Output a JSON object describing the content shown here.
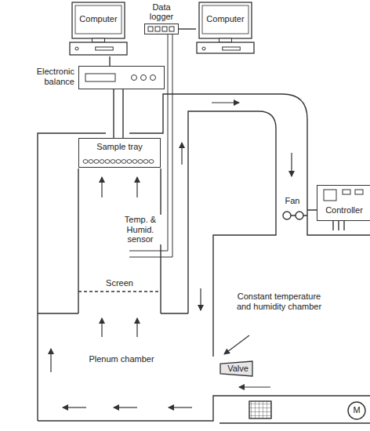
{
  "diagram": {
    "nodes": [
      {
        "text": [
          "Computer"
        ]
      },
      {
        "text": [
          "Computer"
        ]
      },
      {
        "text": [
          "Electronic balance"
        ]
      },
      {
        "text": [
          "Data logger"
        ]
      },
      {
        "text": [
          "Sample tray"
        ]
      },
      {
        "text": [
          "Controller"
        ]
      },
      {
        "text": [
          "Valve"
        ]
      }
    ],
    "edges": [
      {
        "from": 2,
        "to": 0,
        "arrow": "none"
      },
      {
        "from": 3,
        "to": 1,
        "arrow": "none"
      },
      {
        "from": 2,
        "to": 4,
        "arrow": "none"
      }
    ],
    "labels": [
      "Temp. & Humid. sensor",
      "Fan",
      "Screen",
      "Plenum chamber",
      "Constant temperature and humidity chamber",
      "M"
    ]
  }
}
